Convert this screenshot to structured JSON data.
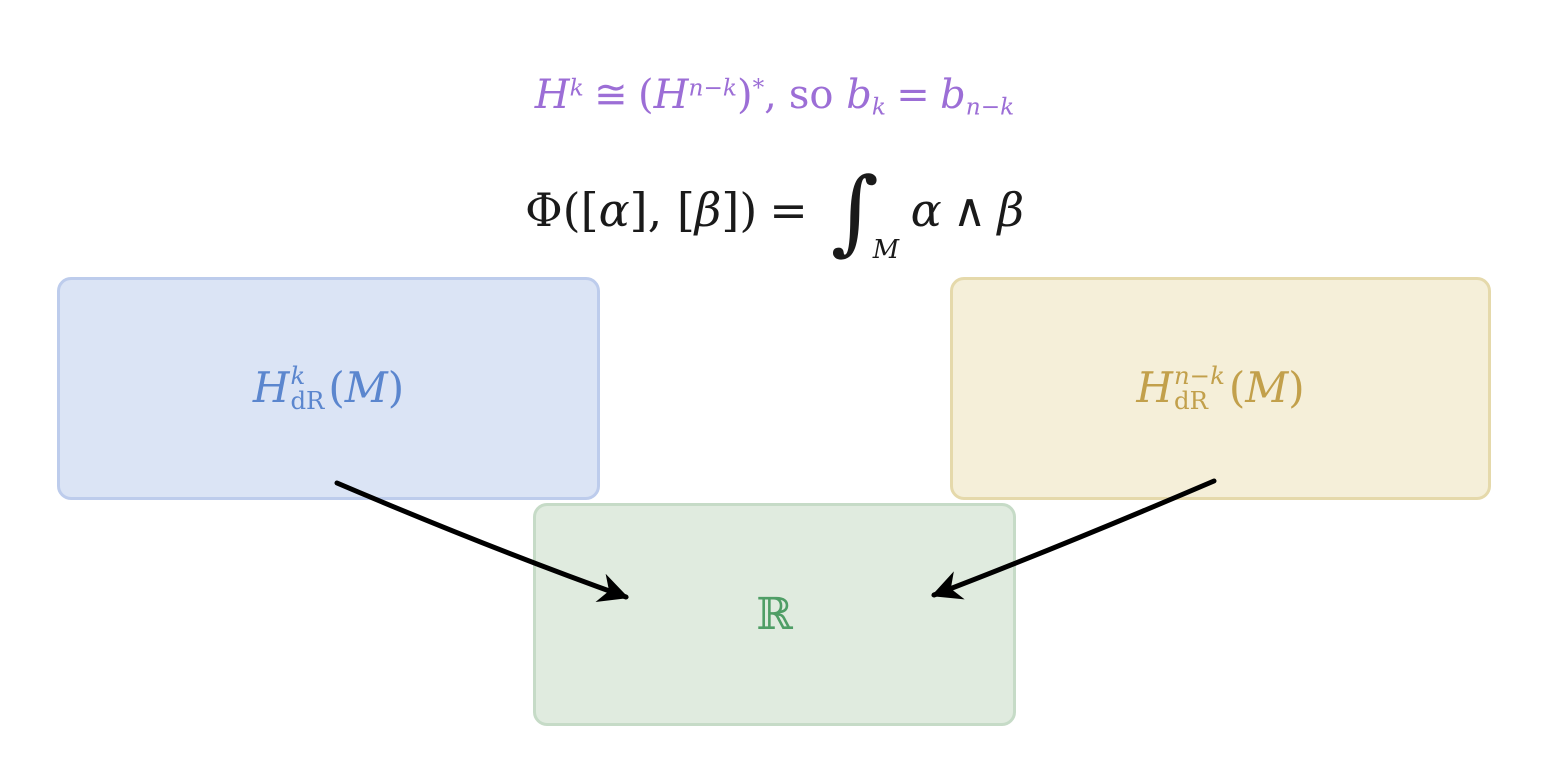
{
  "colors": {
    "purple_note": "#9c6ed6",
    "formula_black": "#1a1a1a",
    "blue_box_fill": "#dbe4f5",
    "blue_box_border": "#bdccec",
    "blue_text": "#5b86ce",
    "tan_box_fill": "#f5efd9",
    "tan_box_border": "#e5d9ab",
    "tan_text": "#c2a04b",
    "green_box_fill": "#e0ebdf",
    "green_box_border": "#c6dbc7",
    "green_text": "#4f9e66",
    "arrow": "#000000"
  },
  "duality_note": {
    "h1": "H",
    "h1_sup": "k",
    "cong": "≅",
    "lparen": "(",
    "h2": "H",
    "h2_sup": "n−k",
    "rparen": ")",
    "star": "*",
    "comma": ",",
    "so": "so",
    "b1": "b",
    "b1_sub": "k",
    "equals": "=",
    "b2": "b",
    "b2_sub": "n−k"
  },
  "pairing_formula": {
    "phi": "Φ",
    "open": "([",
    "alpha1": "α",
    "mid": "], [",
    "beta1": "β",
    "close": "])",
    "equals": "=",
    "integral": "∫",
    "domain": "M",
    "alpha2": "α",
    "wedge": "∧",
    "beta2": "β"
  },
  "boxes": {
    "left": {
      "symbol": "H",
      "sup": "k",
      "sub": "dR",
      "lparen": "(",
      "arg": "M",
      "rparen": ")"
    },
    "right": {
      "symbol": "H",
      "sup": "n−k",
      "sub": "dR",
      "lparen": "(",
      "arg": "M",
      "rparen": ")"
    },
    "bottom": {
      "symbol": "ℝ"
    }
  }
}
